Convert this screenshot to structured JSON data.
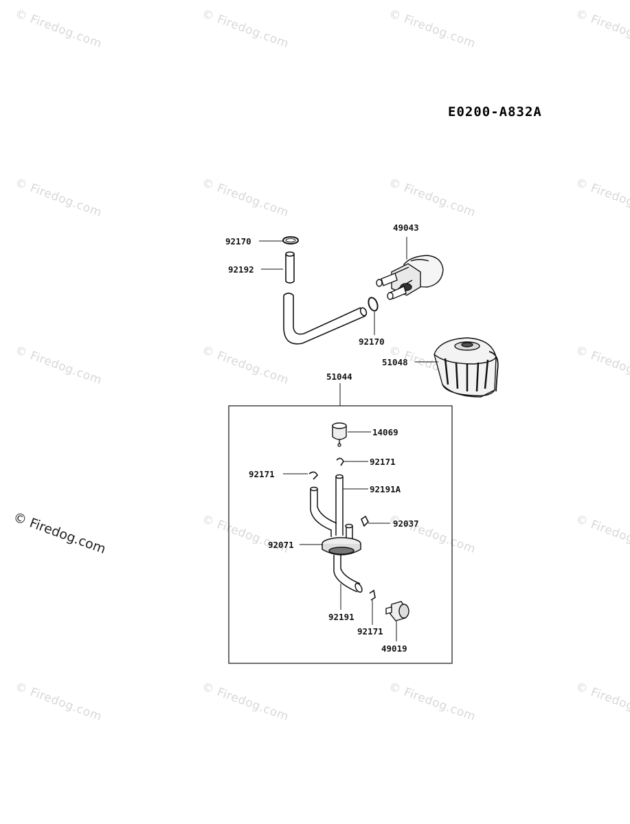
{
  "diagram_code": "E0200-A832A",
  "watermark": "© Firedog.com",
  "assembly_label": "51044",
  "labels": {
    "l49043": "49043",
    "l92170_top": "92170",
    "l92192": "92192",
    "l92170_mid": "92170",
    "l51048": "51048",
    "l14069": "14069",
    "l92171_a": "92171",
    "l92171_b": "92171",
    "l92191A": "92191A",
    "l92037": "92037",
    "l92071": "92071",
    "l92191": "92191",
    "l92171_c": "92171",
    "l49019": "49019"
  }
}
